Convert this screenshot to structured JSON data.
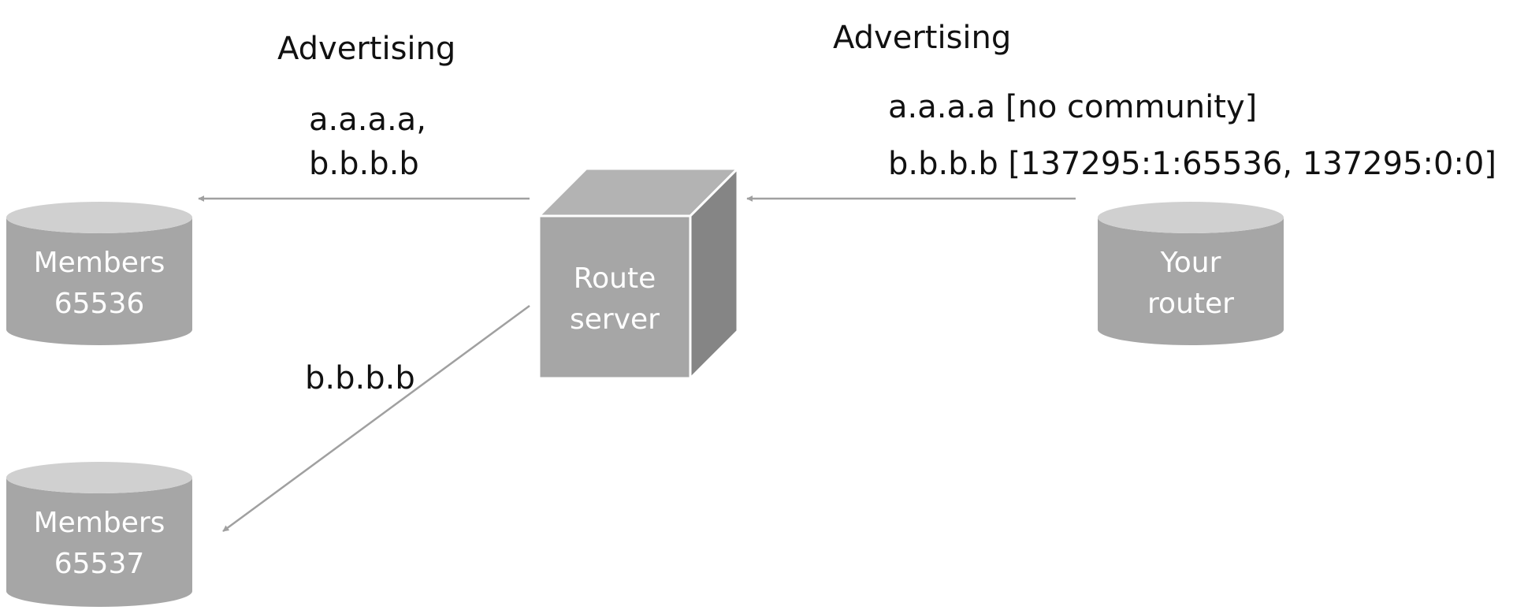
{
  "colors": {
    "background": "#ffffff",
    "node_fill": "#a6a6a6",
    "node_top": "#d0d0d0",
    "cube_top": "#b3b3b3",
    "cube_side": "#858585",
    "arrow": "#a0a0a0",
    "text": "#111111",
    "node_text": "#ffffff"
  },
  "nodes": {
    "members_65536": {
      "line1": "Members",
      "line2": "65536",
      "shape": "cylinder"
    },
    "members_65537": {
      "line1": "Members",
      "line2": "65537",
      "shape": "cylinder"
    },
    "route_server": {
      "line1": "Route",
      "line2": "server",
      "shape": "cube"
    },
    "your_router": {
      "line1": "Your",
      "line2": "router",
      "shape": "cylinder"
    }
  },
  "labels": {
    "left_heading": "Advertising",
    "left_routes_line1": "a.a.a.a,",
    "left_routes_line2": "b.b.b.b",
    "lower_route": "b.b.b.b",
    "right_heading": "Advertising",
    "right_route_1": "a.a.a.a  [no community]",
    "right_route_2": "b.b.b.b [137295:1:65536, 137295:0:0]"
  }
}
